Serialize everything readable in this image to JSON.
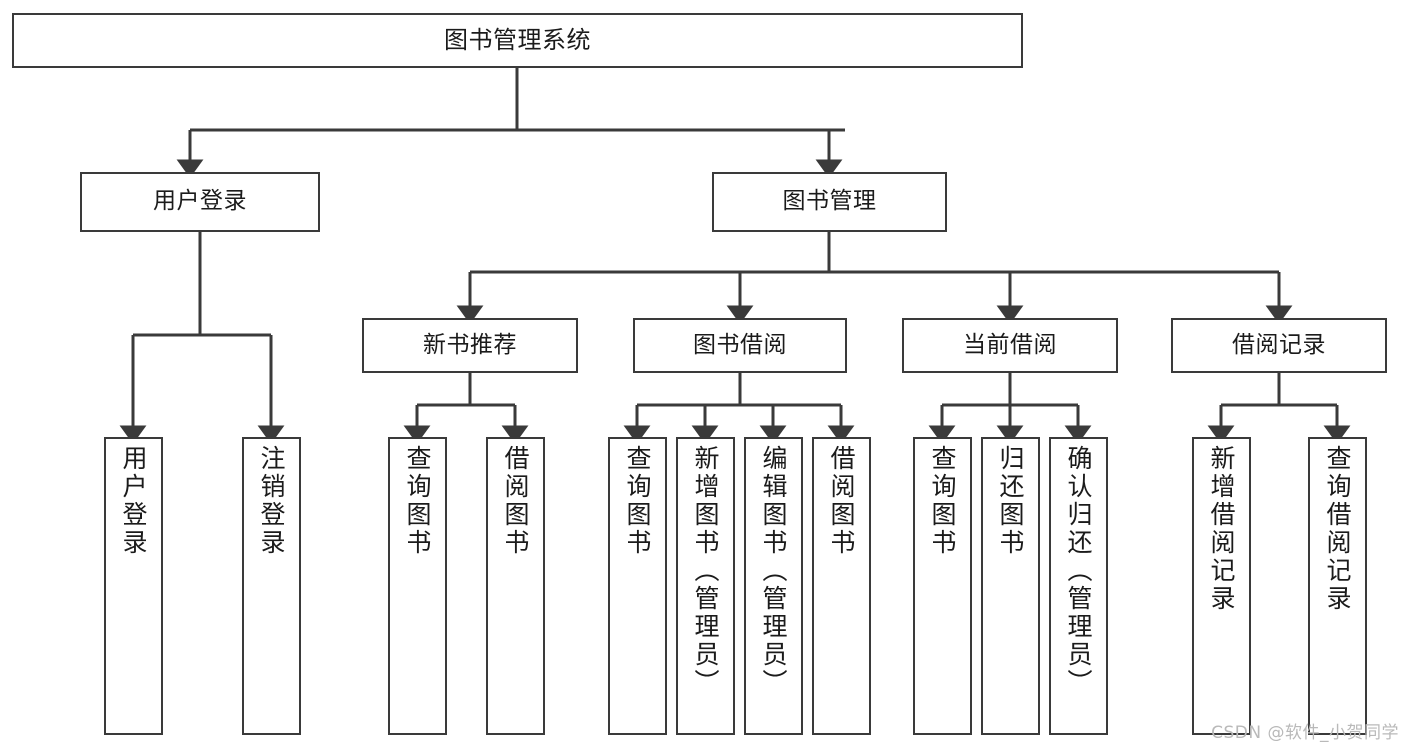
{
  "diagram": {
    "title": "图书管理系统",
    "type": "tree",
    "root": {
      "label": "图书管理系统"
    },
    "level1": [
      {
        "label": "用户登录"
      },
      {
        "label": "图书管理"
      }
    ],
    "level2": [
      {
        "label": "新书推荐",
        "parent": "图书管理"
      },
      {
        "label": "图书借阅",
        "parent": "图书管理"
      },
      {
        "label": "当前借阅",
        "parent": "图书管理"
      },
      {
        "label": "借阅记录",
        "parent": "图书管理"
      }
    ],
    "leaves": {
      "user_login": [
        {
          "label": "用户登录"
        },
        {
          "label": "注销登录"
        }
      ],
      "new_book_recommend": [
        {
          "label": "查询图书"
        },
        {
          "label": "借阅图书"
        }
      ],
      "book_borrow": [
        {
          "label": "查询图书"
        },
        {
          "label": "新增图书（管理员）"
        },
        {
          "label": "编辑图书（管理员）"
        },
        {
          "label": "借阅图书"
        }
      ],
      "current_borrow": [
        {
          "label": "查询图书"
        },
        {
          "label": "归还图书"
        },
        {
          "label": "确认归还（管理员）"
        }
      ],
      "borrow_record": [
        {
          "label": "新增借阅记录"
        },
        {
          "label": "查询借阅记录"
        }
      ]
    },
    "colors": {
      "stroke": "#3a3a3a",
      "box_fill": "#ffffff",
      "text": "#1b1b1b",
      "watermark": "#b9b9b9"
    }
  },
  "watermark": {
    "text": "CSDN @软件_小贺同学"
  }
}
